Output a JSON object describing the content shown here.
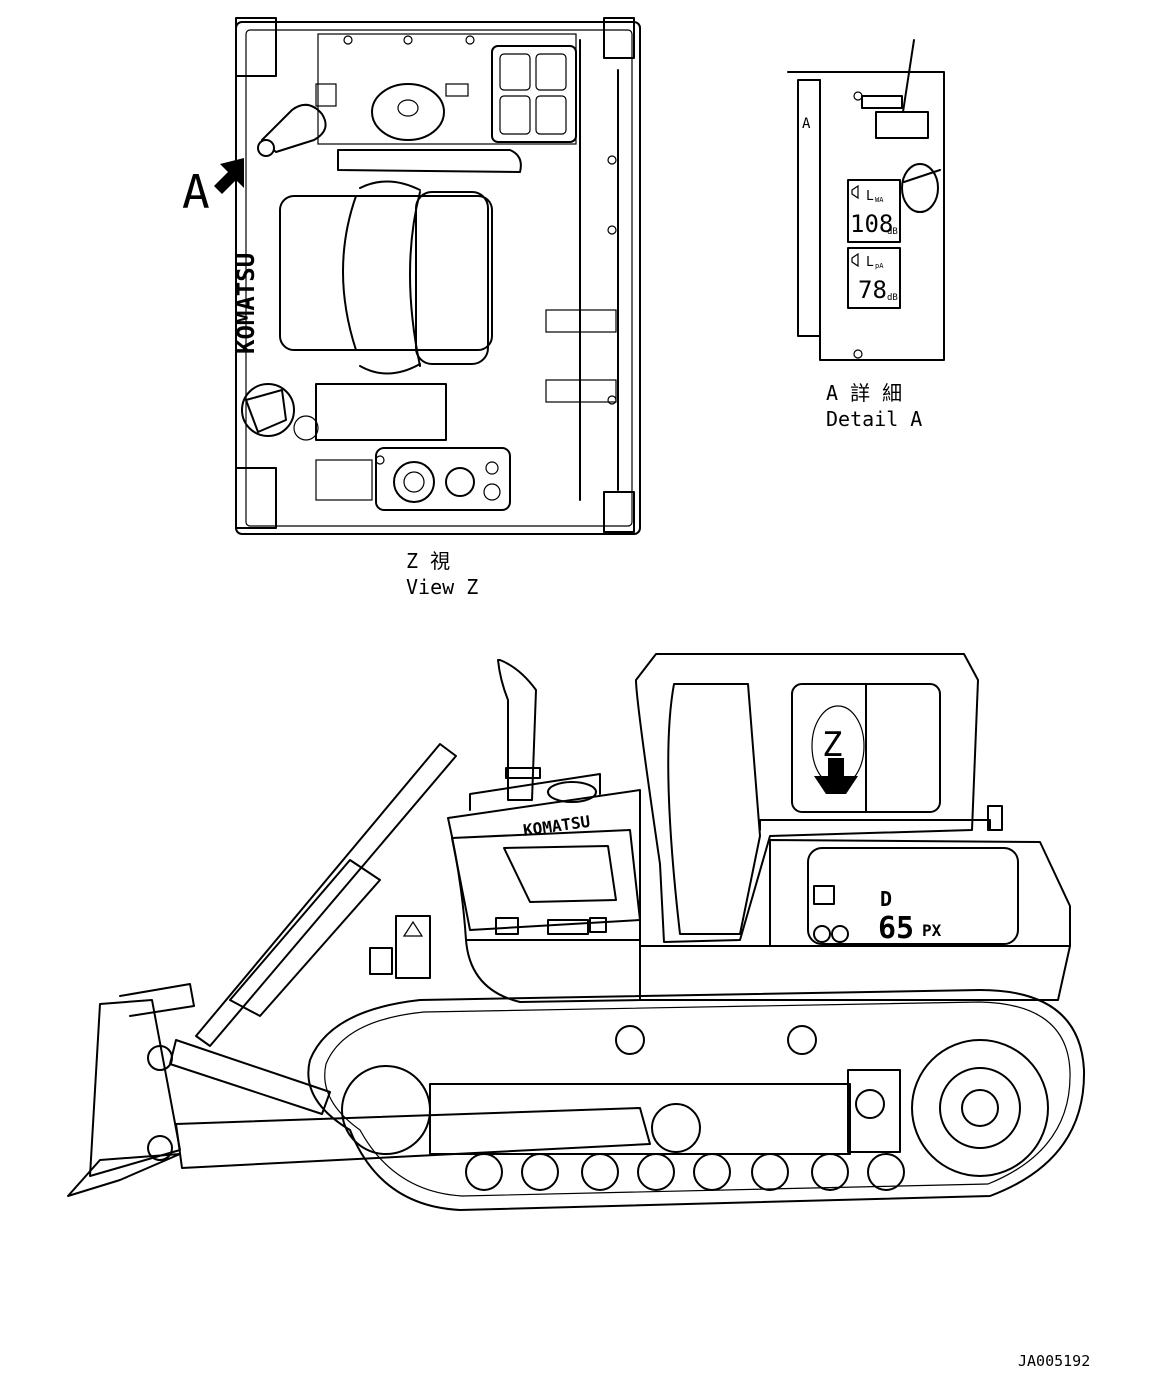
{
  "view_z": {
    "title_jp": "Z 視",
    "title_en": "View Z",
    "callout": "A",
    "brand": "KOMATSU"
  },
  "detail_a": {
    "title_jp": "A 詳 細",
    "title_en": "Detail A",
    "callout": "A",
    "decal_outer": {
      "label": "L",
      "sub": "WA",
      "value": "108",
      "unit": "dB"
    },
    "decal_inner": {
      "label": "L",
      "sub": "pA",
      "value": "78",
      "unit": "dB"
    }
  },
  "side_view": {
    "brand": "KOMATSU",
    "view_callout": "Z",
    "model_letter": "D",
    "model_number": "65",
    "model_suffix": "PX"
  },
  "drawing_number": "JA005192"
}
